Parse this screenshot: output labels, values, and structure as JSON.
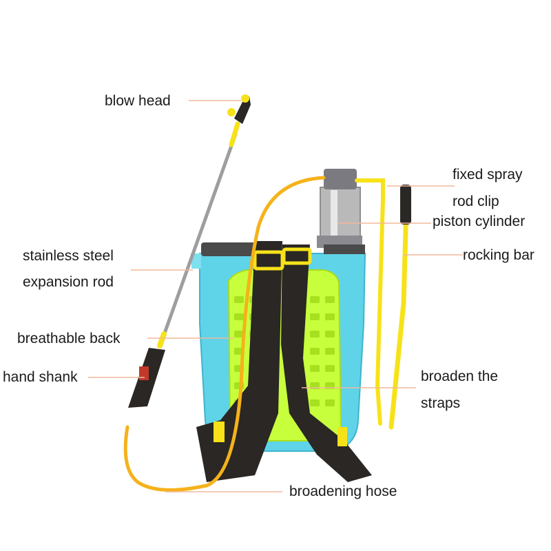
{
  "labels": {
    "blow_head": "blow head",
    "fixed_spray_1": "fixed spray",
    "fixed_spray_2": "rod clip",
    "piston_cylinder": "piston cylinder",
    "rocking_bar": "rocking bar",
    "stainless_1": "stainless steel",
    "stainless_2": "expansion rod",
    "breathable_back": "breathable back",
    "hand_shank": "hand shank",
    "broaden_1": "broaden the",
    "broaden_2": "straps",
    "broadening_hose": "broadening hose"
  },
  "colors": {
    "tank": "#5fd3e8",
    "back_panel": "#c8ff3c",
    "strap": "#2a2724",
    "hose": "#f5b21a",
    "rod_yellow": "#f7e21a",
    "leader": "#f0b89a"
  }
}
